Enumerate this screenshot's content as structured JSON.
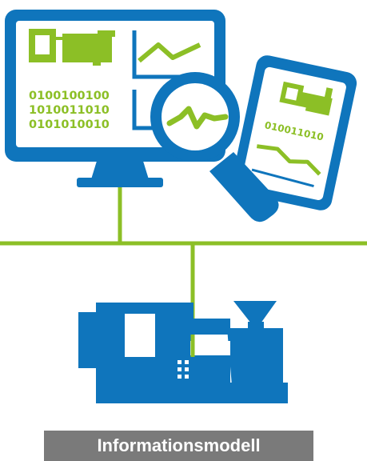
{
  "monitor": {
    "binary_lines": [
      "0100100100",
      "1010011010",
      "0101010010"
    ]
  },
  "tablet": {
    "binary_text": "010011010"
  },
  "caption": {
    "label": "Informationsmodell"
  },
  "colors": {
    "blue": "#0f75bc",
    "green": "#8cbf26",
    "caption_bg": "#7a7a7a",
    "white": "#ffffff"
  },
  "icons": [
    "monitor-icon",
    "tablet-icon",
    "magnifier-icon",
    "machine-icon",
    "network-line"
  ]
}
